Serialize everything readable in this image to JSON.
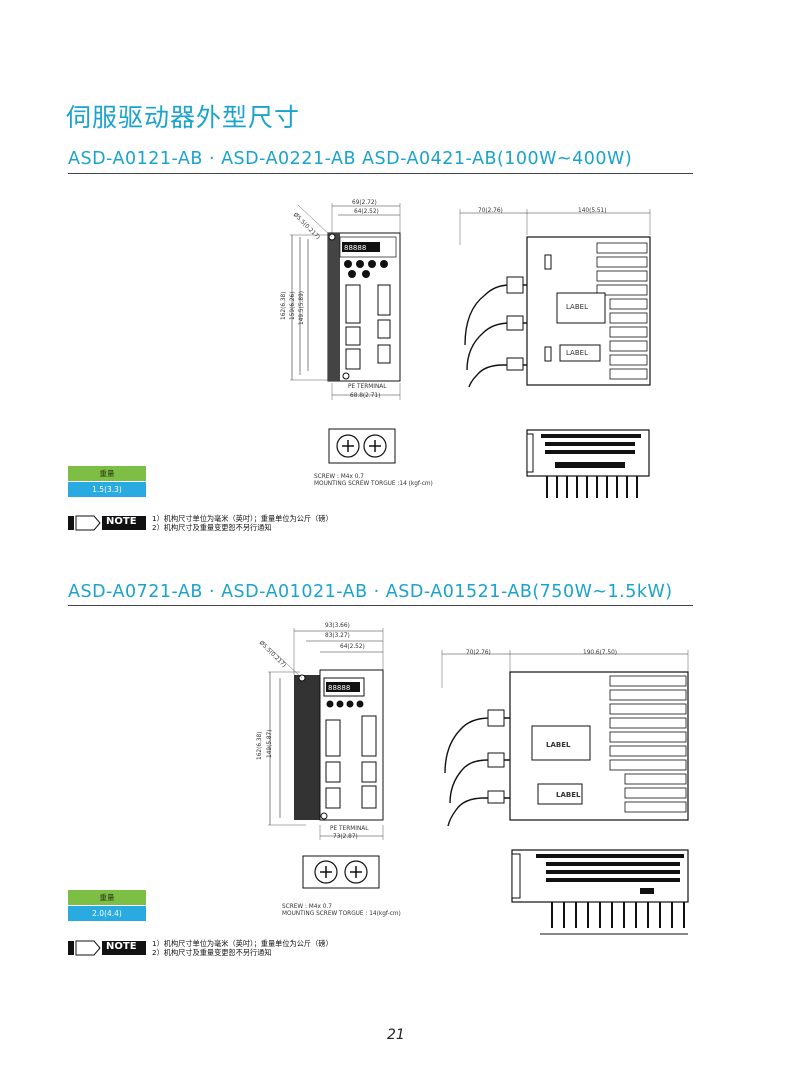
{
  "page_title": "伺服驱动器外型尺寸",
  "section1": {
    "title": "ASD-A0121-AB · ASD-A0221-AB    ASD-A0421-AB(100W~400W)",
    "dims": {
      "front_w1": "69(2.72)",
      "front_w2": "64(2.52)",
      "hole": "Ø5.5(0.217)",
      "h1": "162(6.38)",
      "h2": "159(6.26)",
      "h3": "149.5(5.89)",
      "bottom_w": "68.8(2.71)",
      "pe": "PE TERMINAL",
      "side_left": "70(2.76)",
      "side_right": "140(5.51)",
      "label1": "LABEL",
      "label2": "LABEL"
    },
    "screw_line1": "SCREW : M4x 0.7",
    "screw_line2": "MOUNTING SCREW TORGUE :14 (kgf-cm)",
    "weight_label": "重量",
    "weight_value": "1.5(3.3)",
    "note_badge": "NOTE",
    "note_line1": "1）机构尺寸单位为毫米（英吋）；重量单位为公斤（磅）",
    "note_line2": "2）机构尺寸及重量变更恕不另行通知"
  },
  "section2": {
    "title": "ASD-A0721-AB · ASD-A01021-AB · ASD-A01521-AB(750W~1.5kW)",
    "dims": {
      "front_w0": "93(3.66)",
      "front_w1": "83(3.27)",
      "front_w2": "64(2.52)",
      "hole": "Ø5.5(0.217)",
      "h1": "162(6.38)",
      "h2": "149(5.87)",
      "bottom_w": "73(2.87)",
      "pe": "PE TERMINAL",
      "side_left": "70(2.76)",
      "side_right": "190.6(7.50)",
      "label1": "LABEL",
      "label2": "LABEL"
    },
    "screw_line1": "SCREW : M4x 0.7",
    "screw_line2": "MOUNTING SCREW TORGUE : 14(kgf-cm)",
    "weight_label": "重量",
    "weight_value": "2.0(4.4)",
    "note_badge": "NOTE",
    "note_line1": "1）机构尺寸单位为毫米（英吋）；重量单位为公斤（磅）",
    "note_line2": "2）机构尺寸及重量变更恕不另行通知"
  },
  "page_number": "21"
}
